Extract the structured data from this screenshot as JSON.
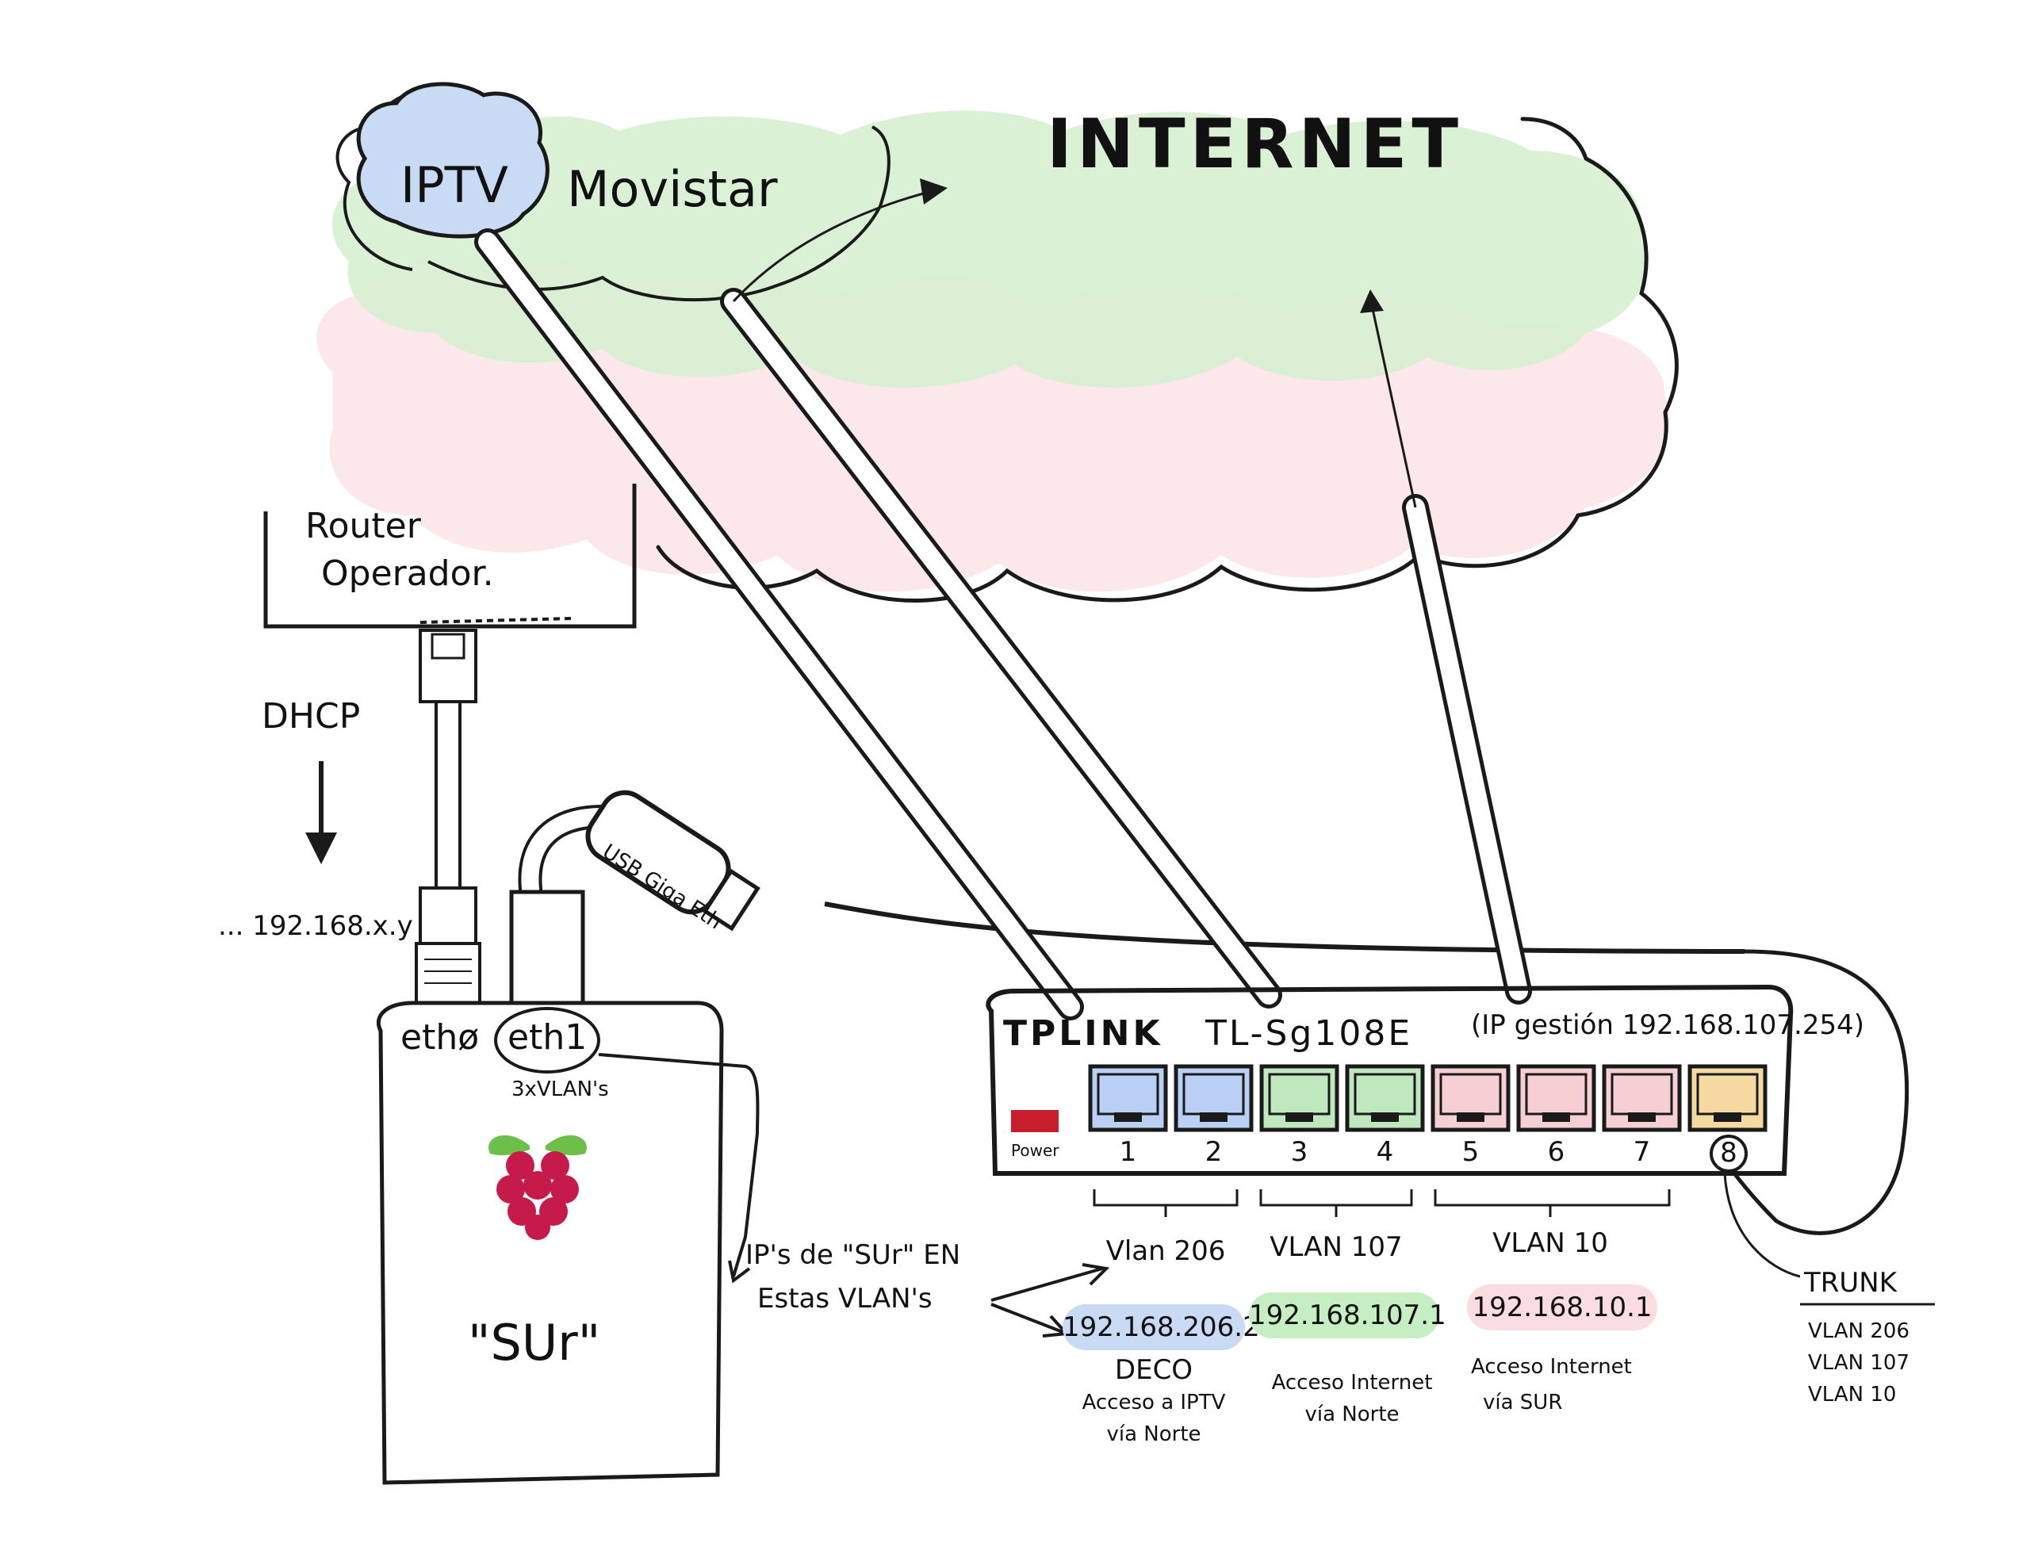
{
  "cloud": {
    "internet_label": "INTERNET",
    "iptv_label": "IPTV",
    "provider_label": "Movistar"
  },
  "router": {
    "line1": "Router",
    "line2": "Operador."
  },
  "dhcp": {
    "label": "DHCP",
    "assigned_ip": "... 192.168.x.y"
  },
  "pi": {
    "eth0_label": "ethø",
    "eth1_label": "eth1",
    "vlan_note": "3xVLAN's",
    "host_name": "\"SUr\"",
    "usb_adapter_text": "USB Giga Eth"
  },
  "annotation": {
    "line1": "IP's de \"SUr\" EN",
    "line2": "Estas VLAN's"
  },
  "switch": {
    "brand": "TPLINK",
    "model": "TL-Sg108E",
    "mgmt": "(IP gestión 192.168.107.254)",
    "power_label": "Power",
    "ports": [
      {
        "number": "1",
        "color": "#b9cff3"
      },
      {
        "number": "2",
        "color": "#b9cff3"
      },
      {
        "number": "3",
        "color": "#bfe8bf"
      },
      {
        "number": "4",
        "color": "#bfe8bf"
      },
      {
        "number": "5",
        "color": "#f6cfd4"
      },
      {
        "number": "6",
        "color": "#f6cfd4"
      },
      {
        "number": "7",
        "color": "#f6cfd4"
      },
      {
        "number": "8",
        "color": "#f6d9a0"
      }
    ]
  },
  "vlans": [
    {
      "name": "Vlan 206",
      "ip": "192.168.206.2",
      "color": "#c9daf5",
      "desc1": "DECO",
      "desc2": "Acceso a IPTV",
      "desc3": "vía Norte"
    },
    {
      "name": "VLAN 107",
      "ip": "192.168.107.1",
      "color": "#c5efc3",
      "desc1": "Acceso Internet",
      "desc2": "vía Norte",
      "desc3": ""
    },
    {
      "name": "VLAN 10",
      "ip": "192.168.10.1",
      "color": "#f9dde1",
      "desc1": "Acceso Internet",
      "desc2": "vía SUR",
      "desc3": ""
    }
  ],
  "trunk": {
    "label": "TRUNK",
    "vlan1": "VLAN 206",
    "vlan2": "VLAN 107",
    "vlan3": "VLAN 10"
  },
  "colors": {
    "iptv": "#c9daf5",
    "internet_green": "#d6f0d2",
    "internet_pink": "#fbe4e6",
    "raspberry": "#c51a4a",
    "leaf": "#6cc04a",
    "power_led": "#c81e2c"
  }
}
